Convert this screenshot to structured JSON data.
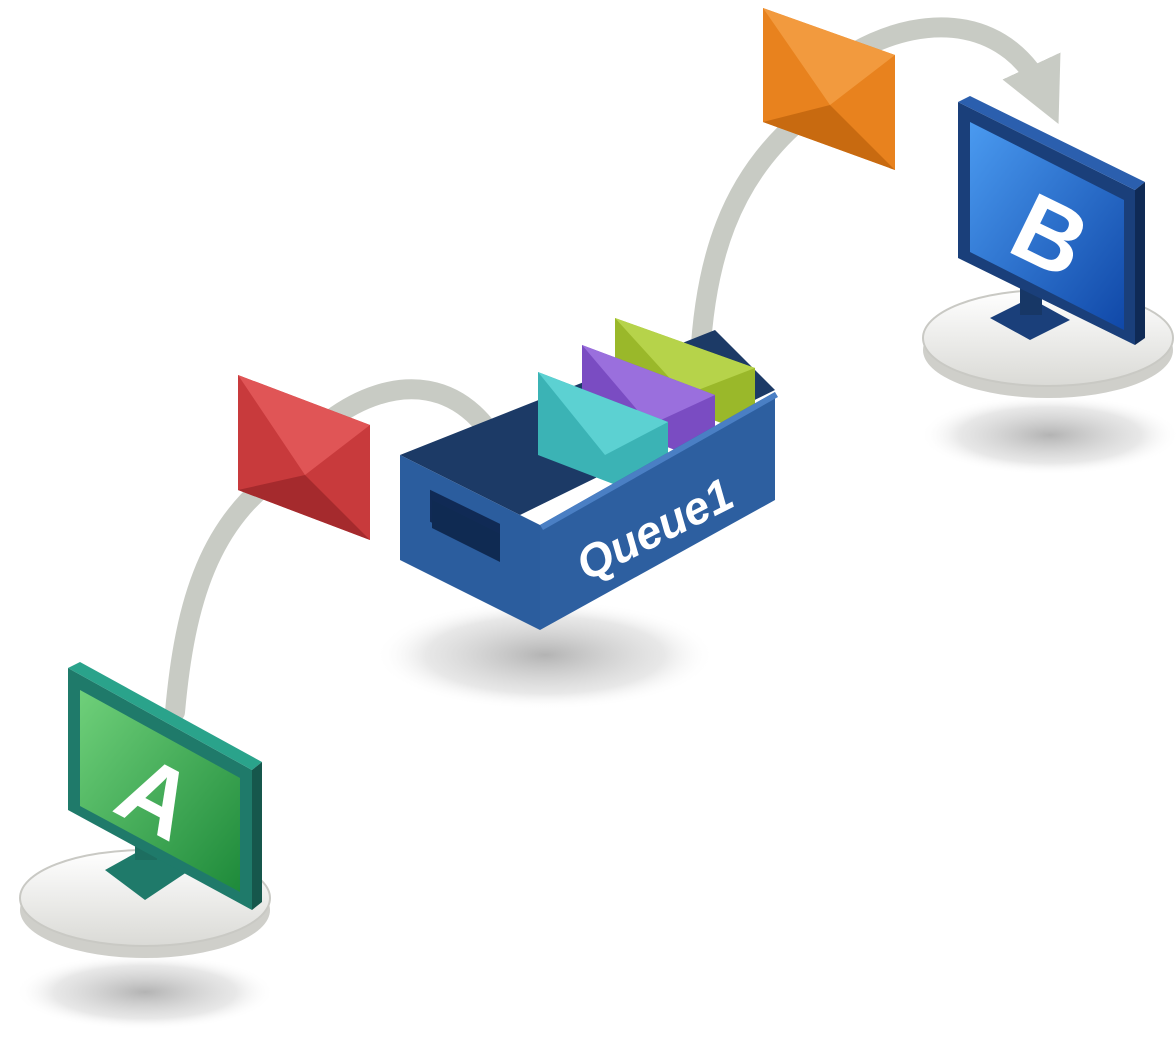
{
  "computers": [
    {
      "id": "a",
      "label": "A",
      "screen_color": "#2fa043",
      "frame_color": "#1f7a4f"
    },
    {
      "id": "b",
      "label": "B",
      "screen_color": "#1f5fc0",
      "frame_color": "#1a3f7a"
    }
  ],
  "queue": {
    "label": "Queue1",
    "box_color": "#2d5fa0",
    "messages": [
      {
        "color": "#3bb3b5"
      },
      {
        "color": "#7a4cc2"
      },
      {
        "color": "#9ab82a"
      }
    ]
  },
  "messages_in_transit": [
    {
      "color": "#c83a3c"
    },
    {
      "color": "#e8821e"
    }
  ],
  "arrow_color": "#c8cbc4"
}
